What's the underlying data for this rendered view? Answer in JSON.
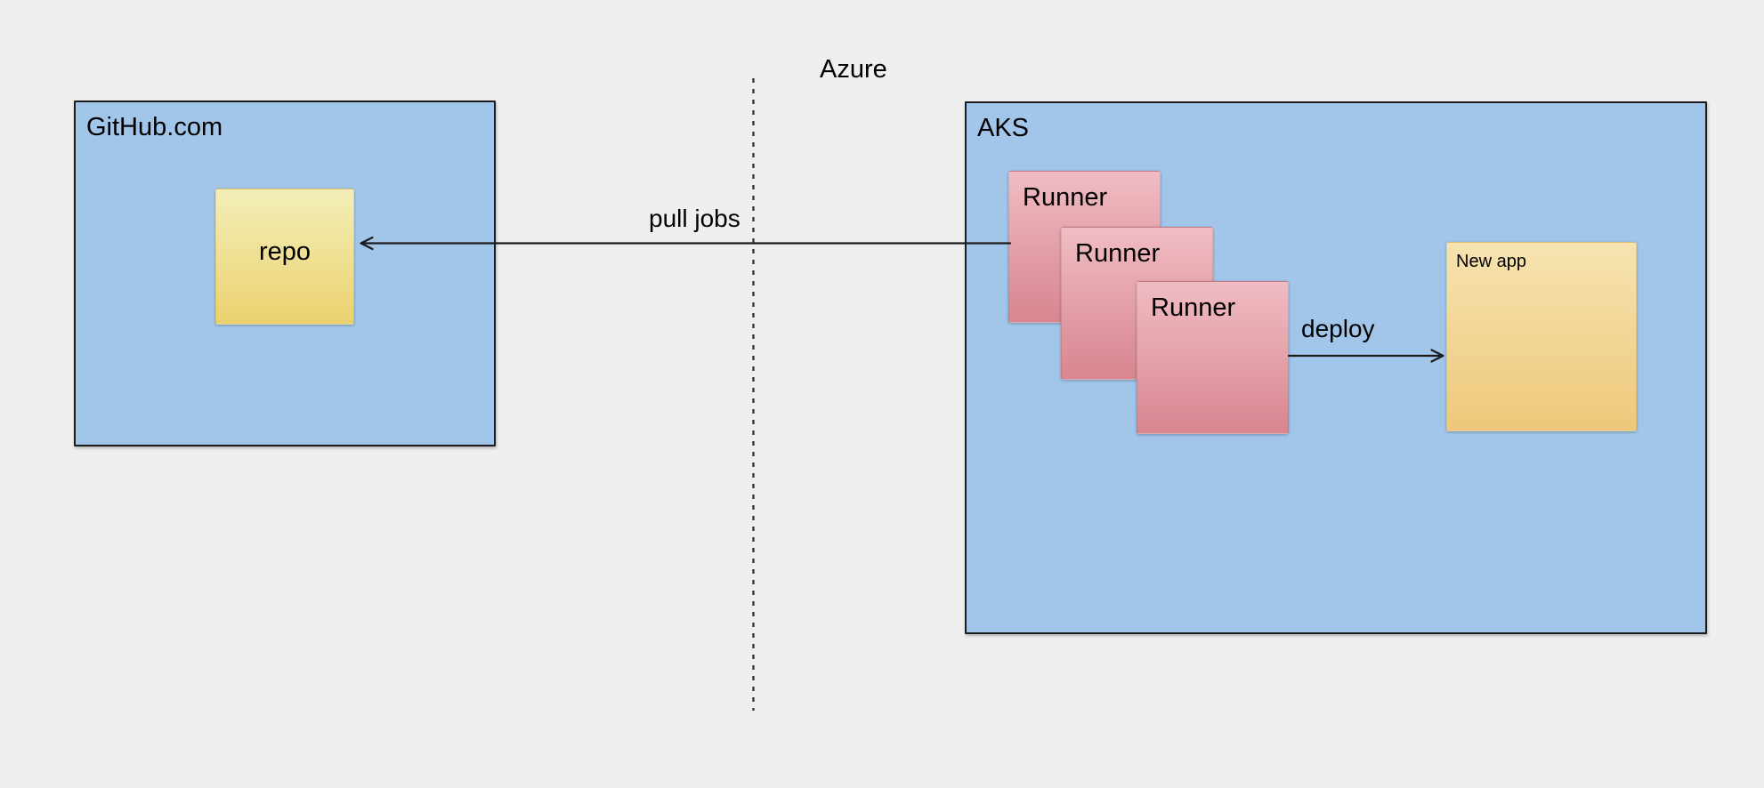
{
  "azure": {
    "label": "Azure"
  },
  "github": {
    "label": "GitHub.com",
    "repo_label": "repo"
  },
  "aks": {
    "label": "AKS",
    "runners": [
      "Runner",
      "Runner",
      "Runner"
    ],
    "new_app_label": "New app"
  },
  "arrows": {
    "pull_jobs_label": "pull jobs",
    "deploy_label": "deploy",
    "line_color": "#1c1c1c"
  },
  "colors": {
    "page_background": "#efefef",
    "container_fill": "#a2c6ea",
    "container_border": "#1c1c1c",
    "runner_gradient_top": "#f0bcc3",
    "runner_gradient_bottom": "#d8858f",
    "repo_gradient_top": "#f3eeb8",
    "repo_gradient_bottom": "#ebd26f",
    "new_app_gradient_top": "#f6e3b0",
    "new_app_gradient_bottom": "#eec87a",
    "divider_color": "#2a2a2a",
    "text_color": "#000000"
  }
}
